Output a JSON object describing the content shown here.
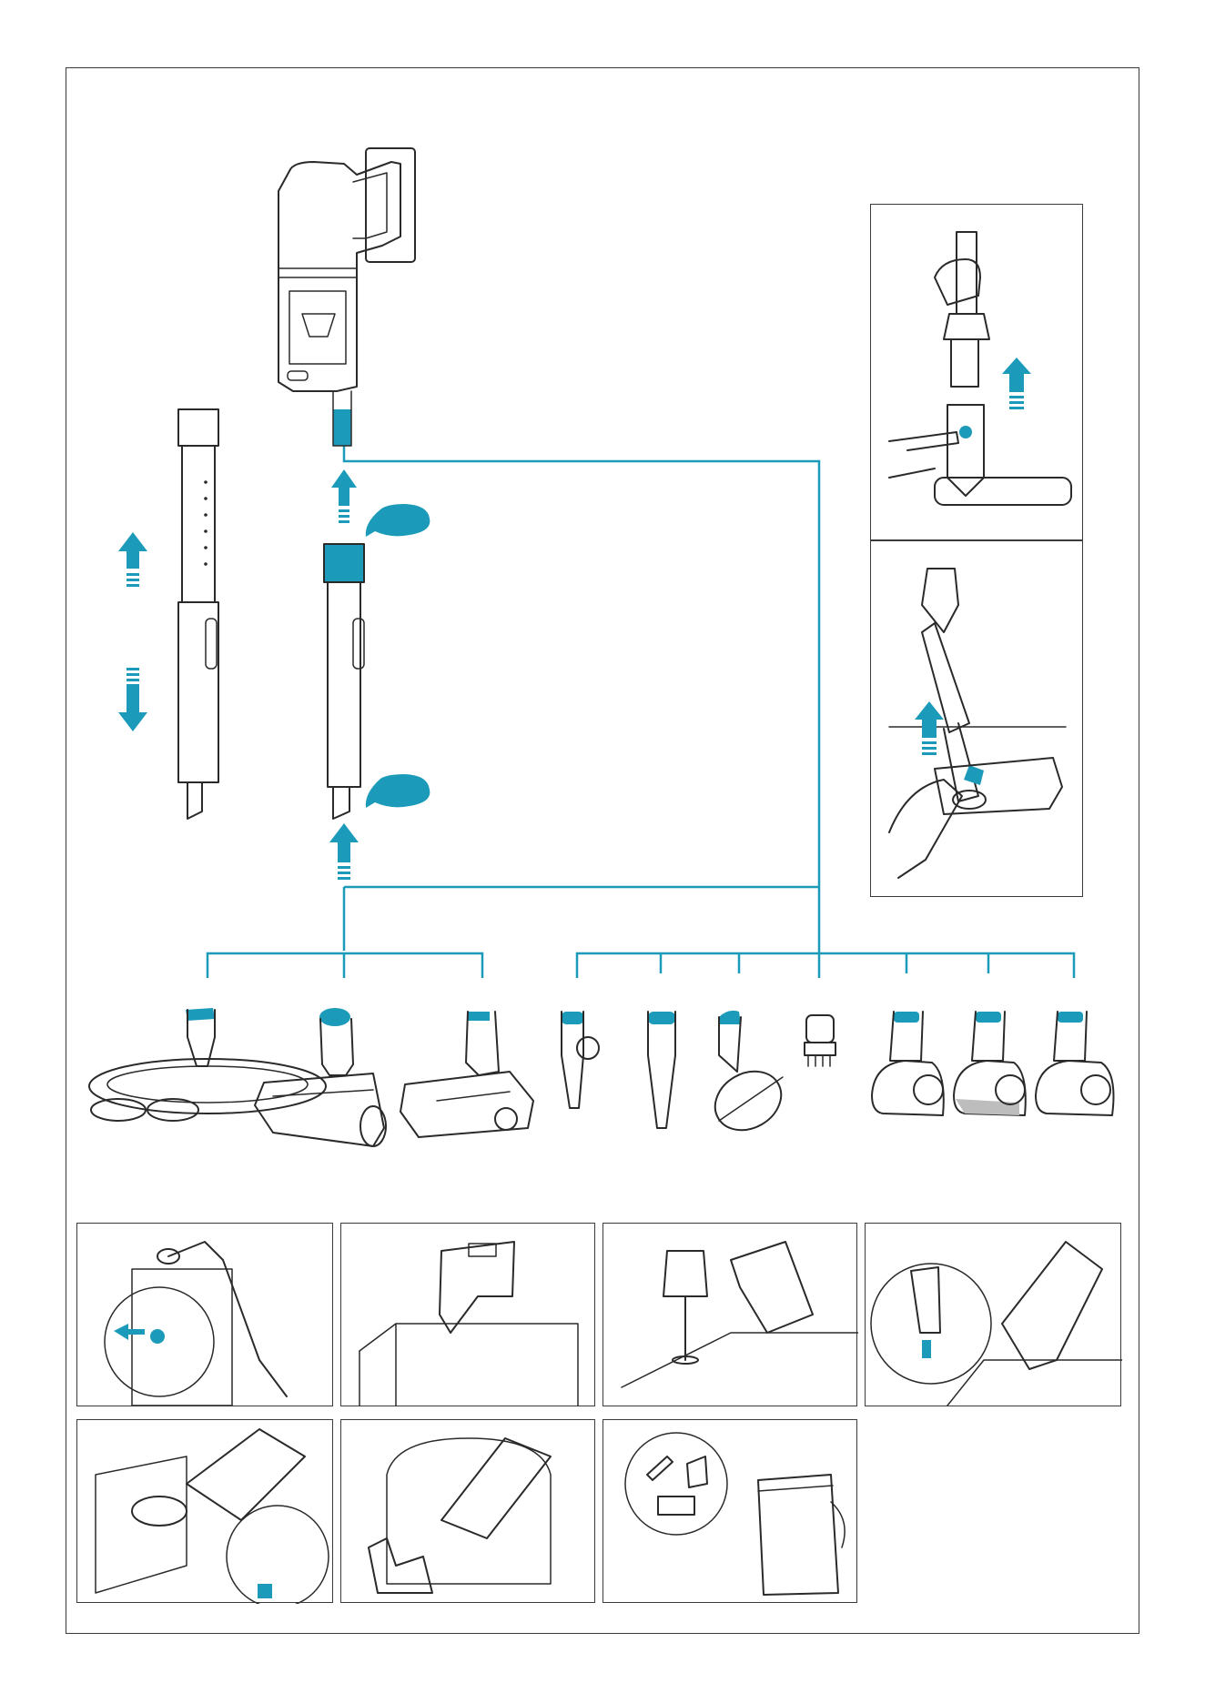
{
  "colors": {
    "accent": "#1b9bb9",
    "line": "#2a2a2a",
    "border": "#3a3a3a"
  },
  "diagram": {
    "main_unit": "handheld-vacuum-on-wall-mount",
    "extension_tubes": [
      "telescopic-tube",
      "extension-tube"
    ],
    "floor_heads": [
      "mop-head",
      "motorized-brush-head",
      "soft-roller-head"
    ],
    "accessories": [
      "crevice-tool",
      "narrow-crevice-tool",
      "dusting-brush",
      "mini-brush",
      "mini-motor-head-1",
      "mini-motor-head-2",
      "mini-motor-head-3"
    ],
    "detail_panels": [
      "release-head-button",
      "attach-tube-to-head"
    ],
    "usage_panels": [
      "high-shelf-cleaning",
      "sofa-back-cleaning",
      "lamp-dusting",
      "wall-mount-charging",
      "mattress-cleaning",
      "pet-hair-armchair",
      "accessory-storage-bag"
    ]
  }
}
